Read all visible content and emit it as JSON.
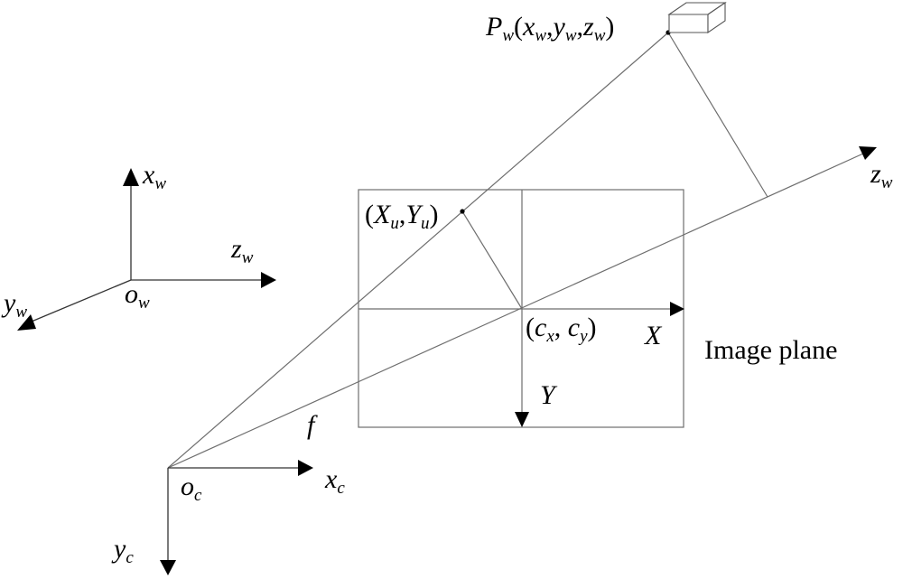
{
  "diagram": {
    "point_label": {
      "P": "P",
      "Psub": "w",
      "open": "(",
      "x": "x",
      "xsub": "w",
      "comma1": ",",
      "y": "y",
      "ysub": "w",
      "comma2": ",",
      "z": "z",
      "zsub": "w",
      "close": ")"
    },
    "projection_label": {
      "open": "(",
      "X": "X",
      "Xsub": "u",
      "comma": ",",
      "Y": "Y",
      "Ysub": "u",
      "close": ")"
    },
    "principal_label": {
      "open": "(",
      "c1": "c",
      "c1sub": "x",
      "comma": ", ",
      "c2": "c",
      "c2sub": "y",
      "close": ")"
    },
    "image_axes": {
      "x": "X",
      "y": "Y"
    },
    "image_plane_caption": "Image plane",
    "focal_label": "f",
    "world_frame": {
      "x": "x",
      "xsub": "w",
      "y": "y",
      "ysub": "w",
      "z": "z",
      "zsub": "w",
      "origin": "o",
      "originsub": "w"
    },
    "camera_frame": {
      "x": "x",
      "xsub": "c",
      "y": "y",
      "ysub": "c",
      "origin": "o",
      "originsub": "c"
    },
    "optical_axis": {
      "z": "z",
      "zsub": "w"
    }
  }
}
